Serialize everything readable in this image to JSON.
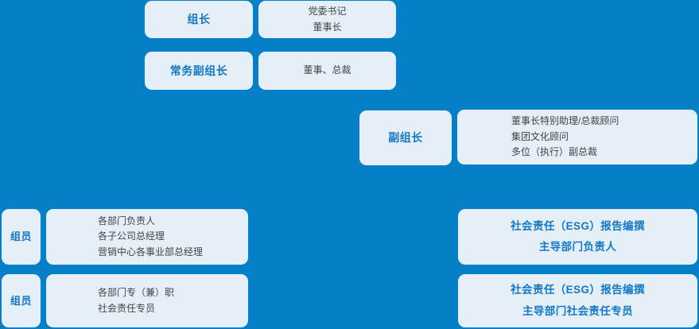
{
  "theme": {
    "background_color": "#0580C8",
    "card_color": "#E4EFF8",
    "accent_text_color": "#1478C4",
    "detail_text_color": "#444444"
  },
  "rows": {
    "row1": {
      "role_label": "组长",
      "detail_line1": "党委书记",
      "detail_line2": "董事长"
    },
    "row2": {
      "role_label": "常务副组长",
      "detail_line1": "董事、总裁"
    },
    "row3": {
      "role_label": "副组长",
      "detail_line1": "董事长特别助理/总裁顾问",
      "detail_line2": "集团文化顾问",
      "detail_line3": "多位（执行）副总裁"
    },
    "row4": {
      "role_label": "组员",
      "detail_line1": "各部门负责人",
      "detail_line2": "各子公司总经理",
      "detail_line3": "营销中心各事业部总经理",
      "right_line1": "社会责任（ESG）报告编撰",
      "right_line2": "主导部门负责人"
    },
    "row5": {
      "role_label": "组员",
      "detail_line1": "各部门专（兼）职",
      "detail_line2": "社会责任专员",
      "right_line1": "社会责任（ESG）报告编撰",
      "right_line2": "主导部门社会责任专员"
    }
  }
}
